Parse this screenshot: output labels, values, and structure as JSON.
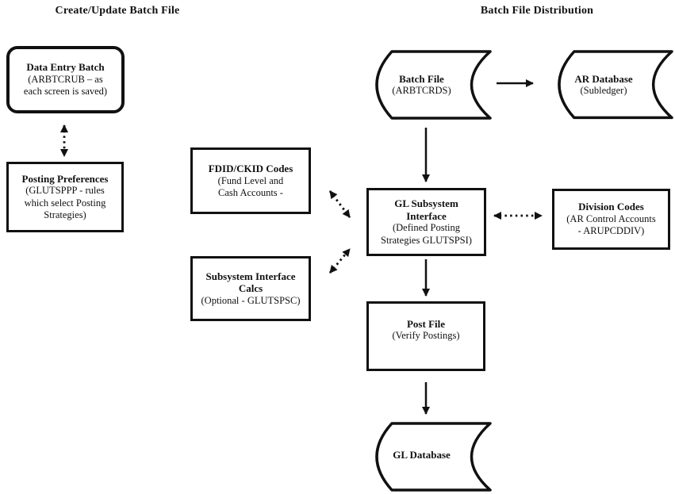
{
  "page": {
    "background": "#ffffff",
    "line_color": "#111111"
  },
  "titles": {
    "left": "Create/Update Batch File",
    "right": "Batch File Distribution"
  },
  "nodes": {
    "data_entry_batch": {
      "shape": "rounded-rect",
      "title": "Data Entry Batch",
      "subtitle": "(ARBTCRUB – as\neach screen is saved)"
    },
    "posting_preferences": {
      "shape": "rect",
      "title": "Posting Preferences",
      "subtitle": "(GLUTSPPP - rules\nwhich select Posting\nStrategies)"
    },
    "fdid_ckid_codes": {
      "shape": "rect",
      "title": "FDID/CKID Codes",
      "subtitle": "(Fund Level and\nCash Accounts -"
    },
    "subsystem_interface_calcs": {
      "shape": "rect",
      "title": "Subsystem Interface\nCalcs",
      "subtitle": "(Optional - GLUTSPSC)"
    },
    "batch_file": {
      "shape": "stored-data",
      "title": "Batch File",
      "subtitle": "(ARBTCRDS)"
    },
    "ar_database": {
      "shape": "stored-data",
      "title": "AR Database",
      "subtitle": "(Subledger)"
    },
    "gl_subsystem_interface": {
      "shape": "rect",
      "title": "GL Subsystem\nInterface",
      "subtitle": "(Defined Posting\nStrategies GLUTSPSI)"
    },
    "division_codes": {
      "shape": "rect",
      "title": "Division Codes",
      "subtitle": "(AR Control Accounts\n- ARUPCDDIV)"
    },
    "post_file": {
      "shape": "rect",
      "title": "Post File",
      "subtitle": "(Verify Postings)"
    },
    "gl_database": {
      "shape": "stored-data",
      "title": "GL Database",
      "subtitle": ""
    }
  },
  "edges": [
    {
      "from": "data_entry_batch",
      "to": "posting_preferences",
      "style": "dotted",
      "direction": "both"
    },
    {
      "from": "batch_file",
      "to": "ar_database",
      "style": "solid",
      "direction": "one-way"
    },
    {
      "from": "batch_file",
      "to": "gl_subsystem_interface",
      "style": "solid",
      "direction": "one-way"
    },
    {
      "from": "fdid_ckid_codes",
      "to": "gl_subsystem_interface",
      "style": "dotted",
      "direction": "both"
    },
    {
      "from": "subsystem_interface_calcs",
      "to": "gl_subsystem_interface",
      "style": "dotted",
      "direction": "both"
    },
    {
      "from": "gl_subsystem_interface",
      "to": "division_codes",
      "style": "dotted",
      "direction": "both"
    },
    {
      "from": "gl_subsystem_interface",
      "to": "post_file",
      "style": "solid",
      "direction": "one-way"
    },
    {
      "from": "post_file",
      "to": "gl_database",
      "style": "solid",
      "direction": "one-way"
    }
  ]
}
